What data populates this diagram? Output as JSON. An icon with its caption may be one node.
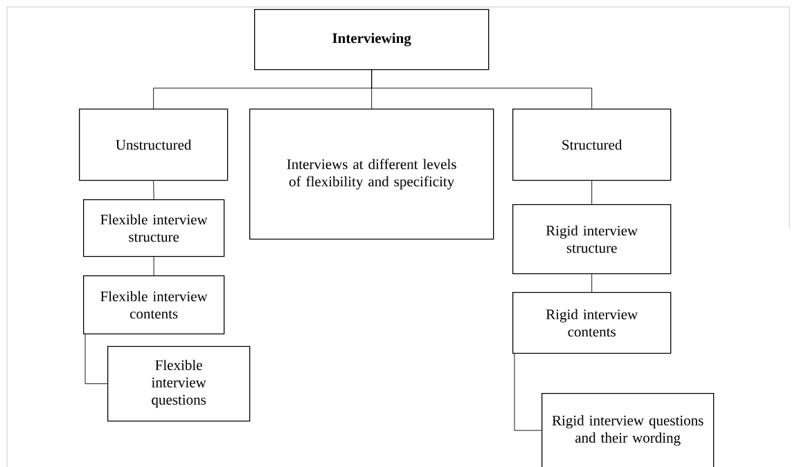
{
  "diagram": {
    "nodes": [
      {
        "text": [
          "Interviewing"
        ]
      },
      {
        "text": [
          "Unstructured"
        ]
      },
      {
        "text": [
          "Interviews at different levels of flexibility and specificity"
        ]
      },
      {
        "text": [
          "Structured"
        ]
      },
      {
        "text": [
          "Flexible interview structure"
        ]
      },
      {
        "text": [
          "Flexible interview contents"
        ]
      },
      {
        "text": [
          "Flexible interview questions"
        ]
      },
      {
        "text": [
          "Rigid interview structure"
        ]
      },
      {
        "text": [
          "Rigid interview contents"
        ]
      },
      {
        "text": [
          "Rigid interview questions and their wording"
        ]
      }
    ],
    "edges": [
      {
        "from": 0,
        "to": 1,
        "arrow": "none"
      },
      {
        "from": 0,
        "to": 2,
        "arrow": "none"
      },
      {
        "from": 0,
        "to": 3,
        "arrow": "none"
      },
      {
        "from": 1,
        "to": 4,
        "arrow": "none"
      },
      {
        "from": 4,
        "to": 5,
        "arrow": "none"
      },
      {
        "from": 5,
        "to": 6,
        "arrow": "none"
      },
      {
        "from": 3,
        "to": 7,
        "arrow": "none"
      },
      {
        "from": 7,
        "to": 8,
        "arrow": "none"
      },
      {
        "from": 8,
        "to": 9,
        "arrow": "none"
      }
    ]
  }
}
